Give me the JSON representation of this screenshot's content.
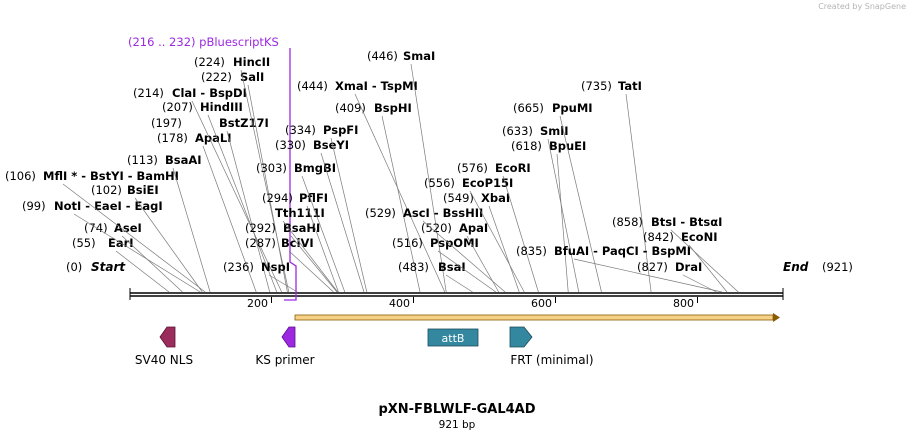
{
  "credit": "Created by SnapGene",
  "title": "pXN-FBLWLF-GAL4AD",
  "length_label": "921 bp",
  "sequence": {
    "start_label": "Start",
    "end_label": "End",
    "start_pos": "(0)",
    "end_pos": "(921)",
    "ticks": [
      "200",
      "400",
      "600",
      "800"
    ],
    "primer_label": "(216 .. 232)  pBluescriptKS"
  },
  "sites": [
    {
      "pos": "(55)",
      "name": "EarI",
      "bp": 55
    },
    {
      "pos": "(74)",
      "name": "AseI",
      "bp": 74
    },
    {
      "pos": "(99)",
      "name": "NotI  - EaeI  - EagI",
      "bp": 99
    },
    {
      "pos": "(102)",
      "name": "BsiEI",
      "bp": 102
    },
    {
      "pos": "(106)",
      "name": "MflI * - BstYI  - BamHI",
      "bp": 106
    },
    {
      "pos": "(113)",
      "name": "BsaAI",
      "bp": 113
    },
    {
      "pos": "(178)",
      "name": "ApaLI",
      "bp": 178
    },
    {
      "pos": "(197)",
      "name": "BstZ17I",
      "bp": 197
    },
    {
      "pos": "(207)",
      "name": "HindIII",
      "bp": 207
    },
    {
      "pos": "(214)",
      "name": "ClaI  - BspDI",
      "bp": 214
    },
    {
      "pos": "(222)",
      "name": "SalI",
      "bp": 222
    },
    {
      "pos": "(224)",
      "name": "HincII",
      "bp": 224
    },
    {
      "pos": "(236)",
      "name": "NspI",
      "bp": 236
    },
    {
      "pos": "(287)",
      "name": "BciVI",
      "bp": 287
    },
    {
      "pos": "(292)",
      "name": "BsaHI",
      "bp": 292
    },
    {
      "pos": "",
      "name": "Tth111I",
      "bp": 293
    },
    {
      "pos": "(294)",
      "name": "PflFI",
      "bp": 294
    },
    {
      "pos": "(303)",
      "name": "BmgBI",
      "bp": 303
    },
    {
      "pos": "(330)",
      "name": "BseYI",
      "bp": 330
    },
    {
      "pos": "(334)",
      "name": "PspFI",
      "bp": 334
    },
    {
      "pos": "(409)",
      "name": "BspHI",
      "bp": 409
    },
    {
      "pos": "(444)",
      "name": "XmaI  - TspMI",
      "bp": 444
    },
    {
      "pos": "(446)",
      "name": "SmaI",
      "bp": 446
    },
    {
      "pos": "(483)",
      "name": "BsaI",
      "bp": 483
    },
    {
      "pos": "(516)",
      "name": "PspOMI",
      "bp": 516
    },
    {
      "pos": "(520)",
      "name": "ApaI",
      "bp": 520
    },
    {
      "pos": "(529)",
      "name": "AscI  - BssHII",
      "bp": 529
    },
    {
      "pos": "(549)",
      "name": "XbaI",
      "bp": 549
    },
    {
      "pos": "(556)",
      "name": "EcoP15I",
      "bp": 556
    },
    {
      "pos": "(576)",
      "name": "EcoRI",
      "bp": 576
    },
    {
      "pos": "(618)",
      "name": "BpuEI",
      "bp": 618
    },
    {
      "pos": "(633)",
      "name": "SmlI",
      "bp": 633
    },
    {
      "pos": "(665)",
      "name": "PpuMI",
      "bp": 665
    },
    {
      "pos": "(735)",
      "name": "TatI",
      "bp": 735
    },
    {
      "pos": "(827)",
      "name": "DraI",
      "bp": 827
    },
    {
      "pos": "(835)",
      "name": "BfuAI  - PaqCI  - BspMI",
      "bp": 835
    },
    {
      "pos": "(842)",
      "name": "EcoNI",
      "bp": 842
    },
    {
      "pos": "(858)",
      "name": "BtsI  - BtsαI",
      "bp": 858
    }
  ],
  "features": [
    {
      "name": "SV40 NLS",
      "color": "#9b2d5c",
      "direction": "left"
    },
    {
      "name": "KS primer",
      "color": "#9c29e0",
      "direction": "left"
    },
    {
      "name": "attB",
      "color": "#33879e",
      "direction": "none"
    },
    {
      "name": "FRT (minimal)",
      "color": "#33879e",
      "direction": "right"
    }
  ],
  "colors": {
    "backbone": "#000000",
    "primer": "#9c29e0",
    "orf_fill": "#f6d188",
    "orf_stroke": "#8a5a00"
  }
}
